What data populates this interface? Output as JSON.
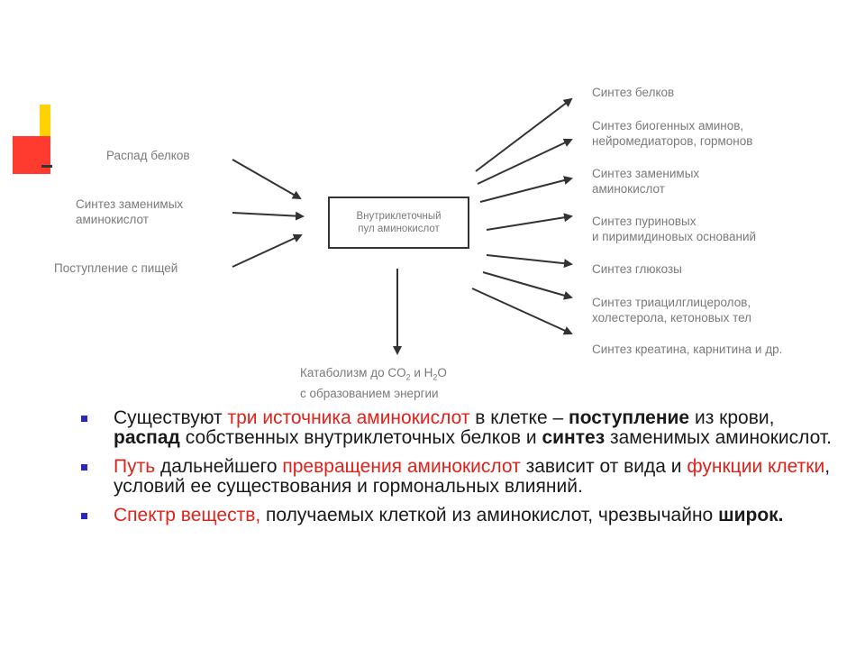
{
  "diagram": {
    "sources": [
      "Распад белков",
      "Синтез заменимых\nаминокислот",
      "Поступление с пищей"
    ],
    "pool": "Внутриклеточный\nпул аминокислот",
    "outputs": [
      "Синтез белков",
      "Синтез биогенных аминов,\nнейромедиаторов, гормонов",
      "Синтез заменимых\nаминокислот",
      "Синтез пуриновых\nи пиримидиновых оснований",
      "Синтез глюкозы",
      "Синтез триацилглицеролов,\nхолестерола, кетоновых тел",
      "Синтез креатина, карнитина и др."
    ],
    "catabolism_line1_a": "Катаболизм до CO",
    "catabolism_sub1": "2",
    "catabolism_line1_b": " и H",
    "catabolism_sub2": "2",
    "catabolism_line1_c": "O",
    "catabolism_line2": "с образованием энергии"
  },
  "bullets": [
    {
      "segments": [
        {
          "text": "Существуют ",
          "style": "normal"
        },
        {
          "text": "три источника аминокислот",
          "style": "red"
        },
        {
          "text": " в клетке – ",
          "style": "normal"
        },
        {
          "text": "поступление",
          "style": "bold"
        },
        {
          "text": " из крови, ",
          "style": "normal"
        },
        {
          "text": "распад",
          "style": "bold"
        },
        {
          "text": " собственных внутриклеточных белков и ",
          "style": "normal"
        },
        {
          "text": "синтез",
          "style": "bold"
        },
        {
          "text": " заменимых аминокислот.",
          "style": "normal"
        }
      ]
    },
    {
      "segments": [
        {
          "text": "Путь",
          "style": "red"
        },
        {
          "text": " дальнейшего ",
          "style": "normal"
        },
        {
          "text": "превращения аминокислот",
          "style": "red"
        },
        {
          "text": " зависит от вида и ",
          "style": "normal"
        },
        {
          "text": "функции клетки",
          "style": "red"
        },
        {
          "text": ", условий ее существования и гормональных влияний.",
          "style": "normal"
        }
      ]
    },
    {
      "segments": [
        {
          "text": "Спектр веществ,",
          "style": "red"
        },
        {
          "text": " получаемых клеткой из аминокислот, чрезвычайно ",
          "style": "normal"
        },
        {
          "text": "широк.",
          "style": "bold"
        }
      ]
    }
  ],
  "colors": {
    "accent_red": "#e0221c",
    "bullet_marker": "#2a2ab8",
    "diagram_text": "#7a7a7a",
    "arrow": "#333333"
  }
}
